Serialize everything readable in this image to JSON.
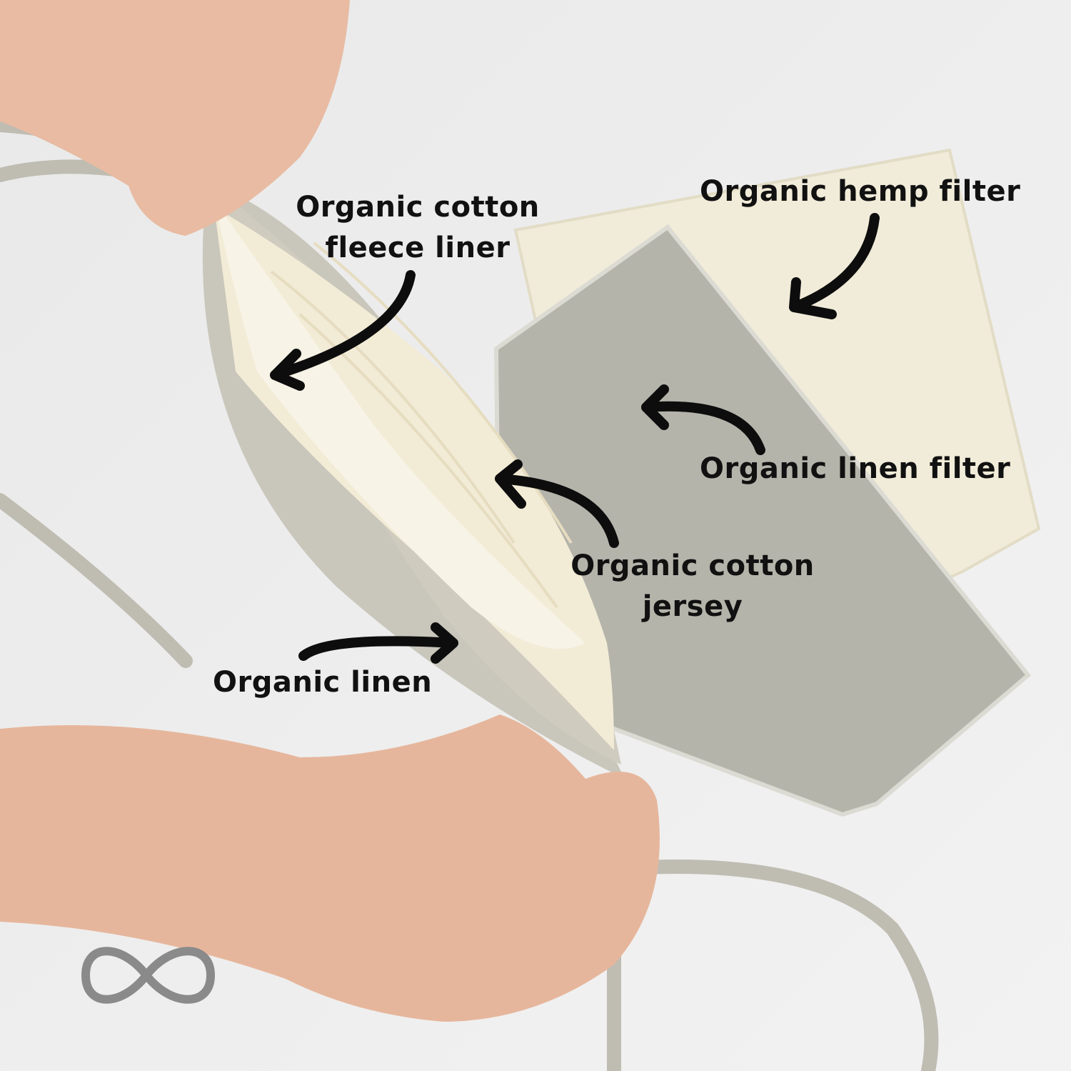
{
  "labels": {
    "fleece_liner": [
      "Organic cotton",
      "fleece liner"
    ],
    "hemp_filter": "Organic hemp filter",
    "linen_filter": "Organic linen filter",
    "cotton_jersey": [
      "Organic cotton",
      "jersey"
    ],
    "linen": "Organic linen"
  },
  "colors": {
    "background": "#ececec",
    "linen": "#c9c6bb",
    "linen_filter": "#b2b1a8",
    "hemp": "#f1ecd9",
    "cotton": "#f4eedc",
    "skin": "#e7b9a0",
    "arrow": "#0d0d0d"
  }
}
